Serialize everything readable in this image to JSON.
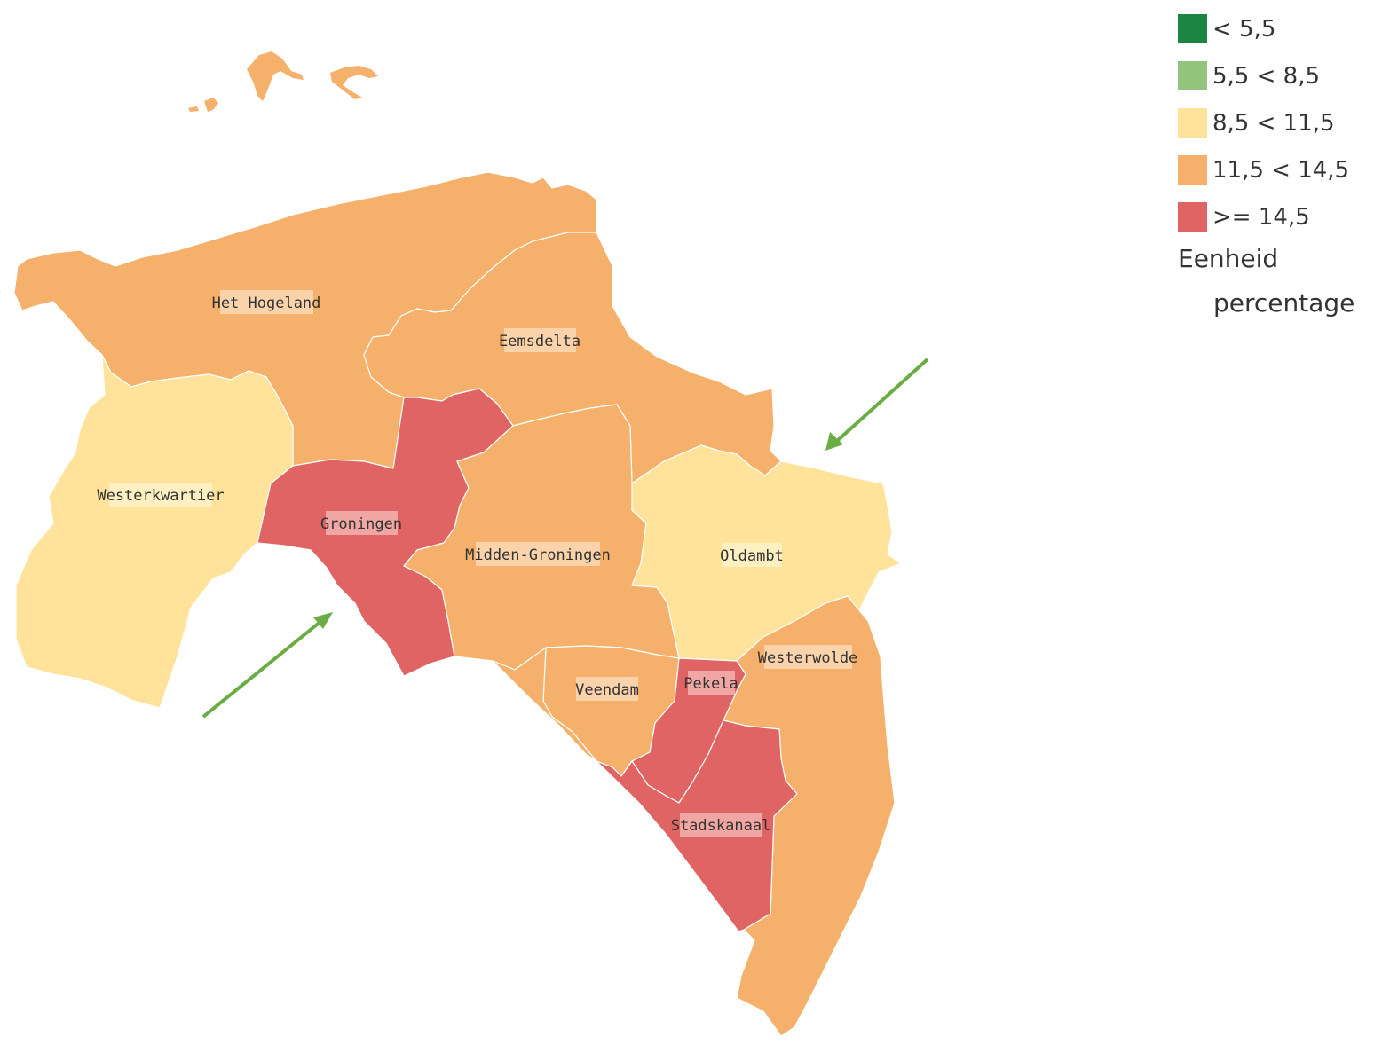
{
  "colors": {
    "red": "#e06464",
    "orange": "#f5b06b",
    "yellow": "#ffe39a",
    "light_green": "#93c47d",
    "dark_green": "#1b8443",
    "arrow": "#6aad45"
  },
  "legend": {
    "items": [
      {
        "label": "< 5,5",
        "color": "#1b8443"
      },
      {
        "label": "5,5 < 8,5",
        "color": "#93c47d"
      },
      {
        "label": "8,5 < 11,5",
        "color": "#ffe39a"
      },
      {
        "label": "11,5 < 14,5",
        "color": "#f5b06b"
      },
      {
        "label": ">= 14,5",
        "color": "#e06464"
      }
    ],
    "unit_title": "Eenheid",
    "unit_value": "percentage"
  },
  "regions": [
    {
      "name": "Het Hogeland",
      "class": "11,5 < 14,5"
    },
    {
      "name": "Eemsdelta",
      "class": "11,5 < 14,5"
    },
    {
      "name": "Westerkwartier",
      "class": "8,5 < 11,5"
    },
    {
      "name": "Groningen",
      "class": ">= 14,5"
    },
    {
      "name": "Midden-Groningen",
      "class": "11,5 < 14,5"
    },
    {
      "name": "Oldambt",
      "class": "8,5 < 11,5"
    },
    {
      "name": "Westerwolde",
      "class": "11,5 < 14,5"
    },
    {
      "name": "Veendam",
      "class": "11,5 < 14,5"
    },
    {
      "name": "Pekela",
      "class": ">= 14,5"
    },
    {
      "name": "Stadskanaal",
      "class": ">= 14,5"
    }
  ],
  "arrows": [
    {
      "name": "arrow-to-groningen"
    },
    {
      "name": "arrow-to-oldambt"
    }
  ]
}
